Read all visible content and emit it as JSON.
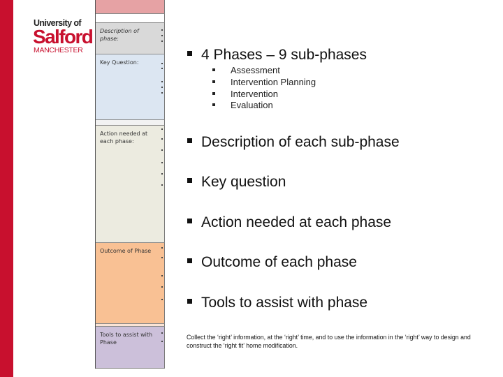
{
  "brand": {
    "line1": "University of",
    "line2": "Salford",
    "line3": "MANCHESTER",
    "accent_color": "#c8102e"
  },
  "table_preview": {
    "rows": [
      {
        "label": "",
        "color": "#e6a2a4"
      },
      {
        "label": "",
        "color": "#ffffff"
      },
      {
        "label": "Description of phase:",
        "color": "#d9d9d9"
      },
      {
        "label": "Key Question:",
        "color": "#dce6f2"
      },
      {
        "label": "",
        "color": "#f2f2f2"
      },
      {
        "label": "Action needed at each phase:",
        "color": "#ecebe0"
      },
      {
        "label": "Outcome of Phase",
        "color": "#f9c194"
      },
      {
        "label": "",
        "color": "#fbe4d5"
      },
      {
        "label": "Tools to assist with Phase",
        "color": "#ccc0da"
      }
    ]
  },
  "slide": {
    "main_point": "4 Phases – 9 sub-phases",
    "sub_points": [
      "Assessment",
      "Intervention Planning",
      "Intervention",
      "Evaluation"
    ],
    "points": [
      "Description of each sub-phase",
      "Key question",
      "Action needed at each phase",
      "Outcome of each phase",
      "Tools to assist with phase"
    ],
    "footer": "Collect the ‘right’ information, at the ‘right’ time, and to use the information in the ‘right’ way to design and construct the ‘right fit’ home modification."
  }
}
